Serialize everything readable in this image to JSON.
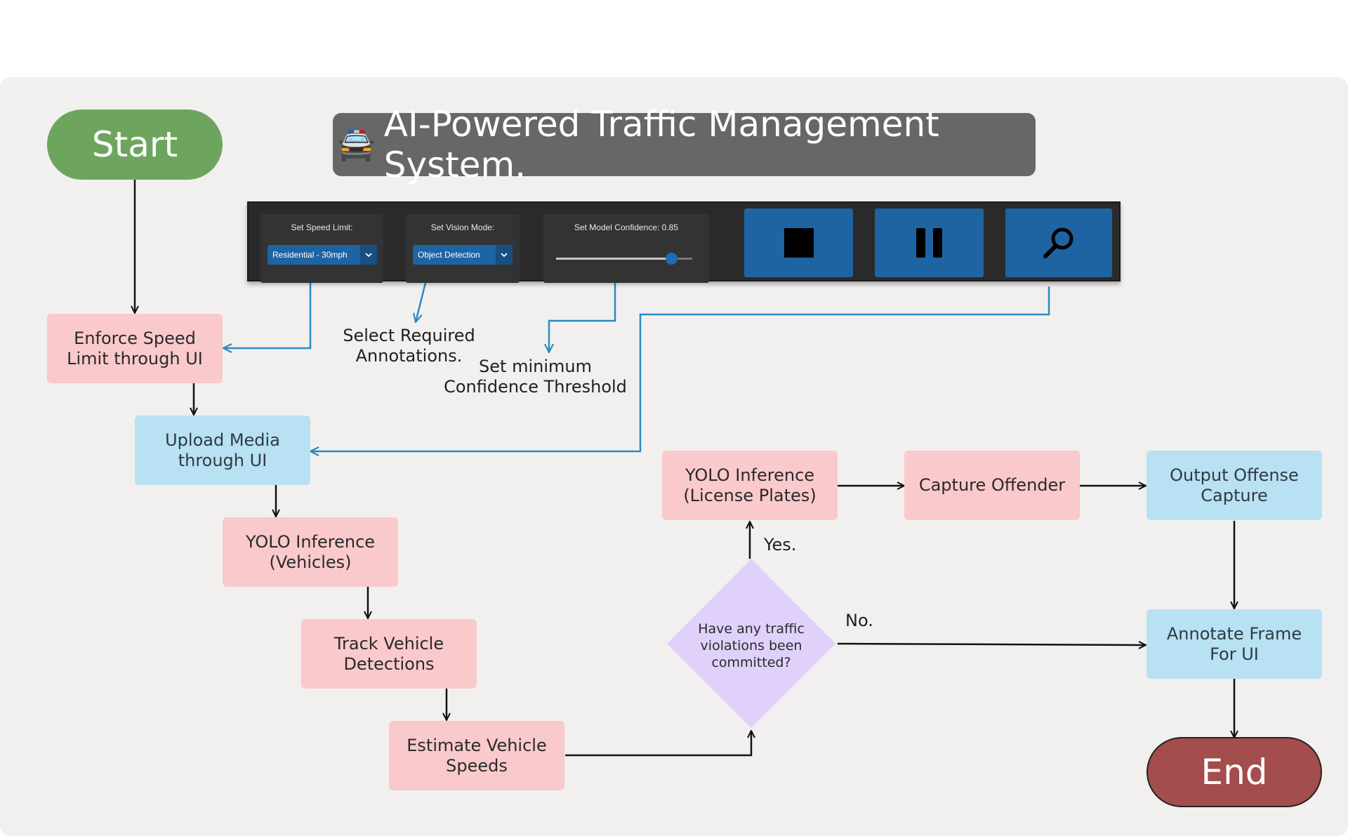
{
  "title": {
    "icon": "police-car-icon",
    "text": "AI-Powered Traffic Management System."
  },
  "toolbar": {
    "speed_caption": "Set Speed Limit:",
    "speed_value": "Residential - 30mph",
    "vision_caption": "Set Vision Mode:",
    "vision_value": "Object Detection",
    "confidence_caption": "Set Model Confidence: 0.85",
    "confidence_value": 0.85,
    "buttons": [
      "stop-icon",
      "pause-icon",
      "search-icon"
    ]
  },
  "nodes": {
    "start": "Start",
    "enforce": "Enforce Speed Limit through UI",
    "upload": "Upload Media through UI",
    "yolo_vehicles": "YOLO Inference (Vehicles)",
    "track": "Track Vehicle Detections",
    "estimate": "Estimate Vehicle Speeds",
    "decision": "Have any traffic violations been committed?",
    "yolo_plates": "YOLO Inference (License Plates)",
    "capture": "Capture Offender",
    "output": "Output Offense Capture",
    "annotate": "Annotate Frame For UI",
    "end": "End"
  },
  "annotations": {
    "select": "Select Required Annotations.",
    "confidence": "Set minimum Confidence Threshold",
    "yes": "Yes.",
    "no": "No."
  },
  "colors": {
    "start": "#6ea55e",
    "end": "#a44d4d",
    "process_pink": "#f9c9cb",
    "process_blue": "#b8e1f3",
    "decision": "#e0d1fb",
    "ui_connector": "#2b8ac0",
    "toolbar_button": "#1e64a3"
  }
}
